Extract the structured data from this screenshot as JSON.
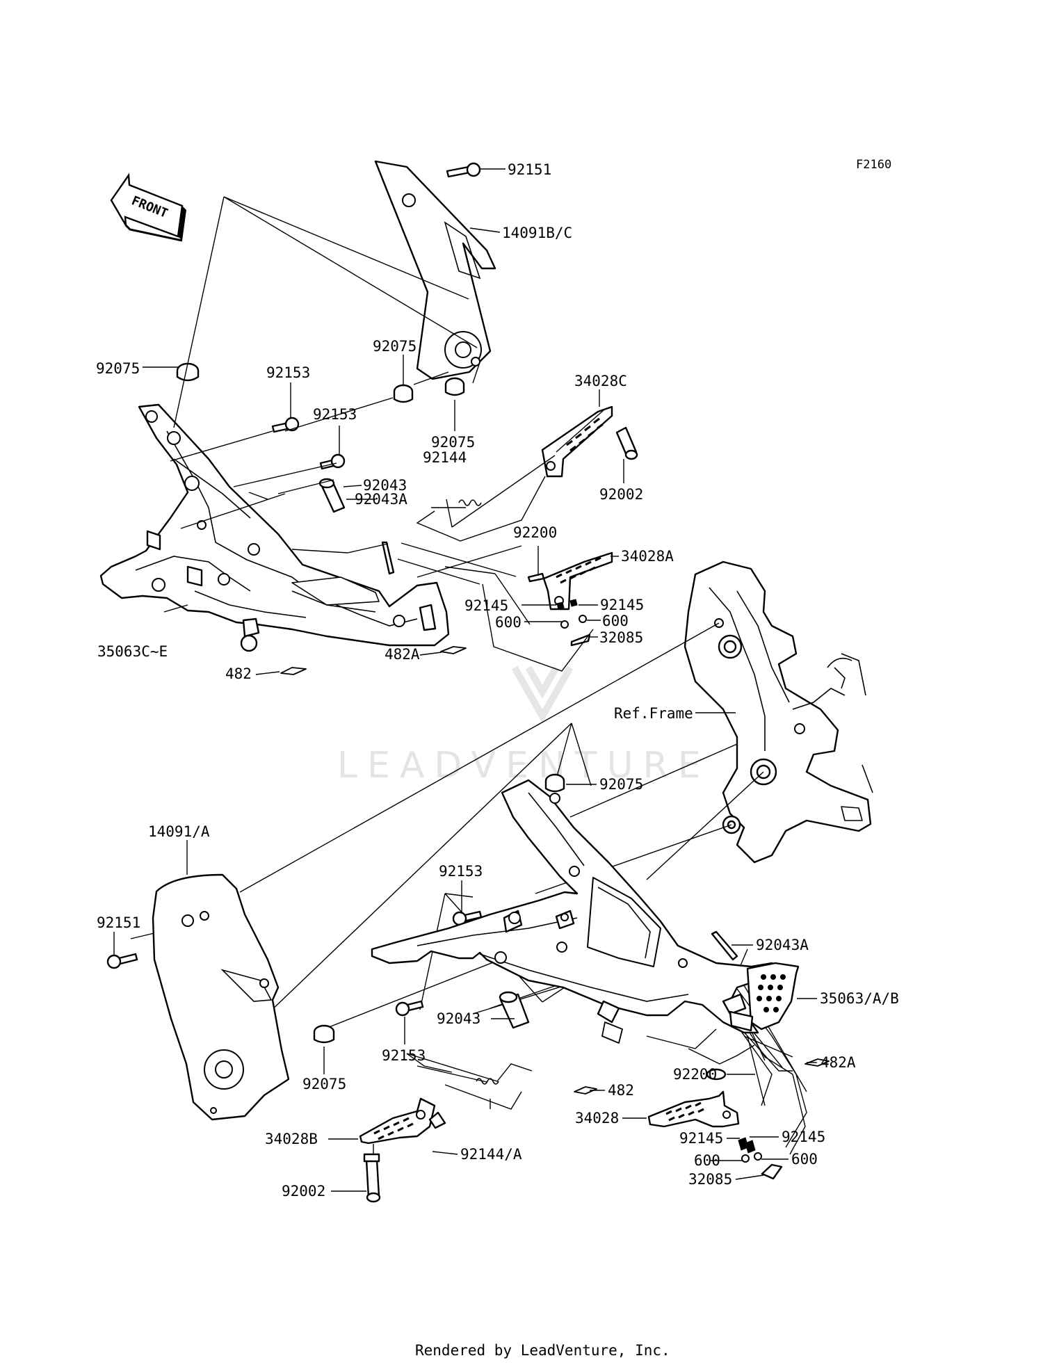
{
  "diagram_code": "F2160",
  "front_arrow_label": "FRONT",
  "watermark": "LEADVENTURE",
  "footer": "Rendered by LeadVenture, Inc.",
  "ref_frame_label": "Ref.Frame",
  "parts_upper": {
    "p92151": "92151",
    "p14091bc": "14091B/C",
    "p92075_left": "92075",
    "p92075_mid": "92075",
    "p92075_low": "92075",
    "p92153_a": "92153",
    "p92153_b": "92153",
    "p34028c": "34028C",
    "p92144": "92144",
    "p92002": "92002",
    "p92043": "92043",
    "p92043a": "92043A",
    "p92200": "92200",
    "p34028a": "34028A",
    "p92145_l": "92145",
    "p92145_r": "92145",
    "p600_l": "600",
    "p600_r": "600",
    "p32085": "32085",
    "p35063ce": "35063C~E",
    "p482a": "482A",
    "p482": "482"
  },
  "parts_lower": {
    "p92075_top": "92075",
    "p14091a": "14091/A",
    "p92153_top": "92153",
    "p92151": "92151",
    "p92043a": "92043A",
    "p35063ab": "35063/A/B",
    "p92043": "92043",
    "p92153_bot": "92153",
    "p92075_bot": "92075",
    "p482a": "482A",
    "p92200": "92200",
    "p482": "482",
    "p34028": "34028",
    "p92145_l": "92145",
    "p92145_r": "92145",
    "p34028b": "34028B",
    "p92144a": "92144/A",
    "p600_l": "600",
    "p600_r": "600",
    "p32085": "32085",
    "p92002": "92002"
  }
}
